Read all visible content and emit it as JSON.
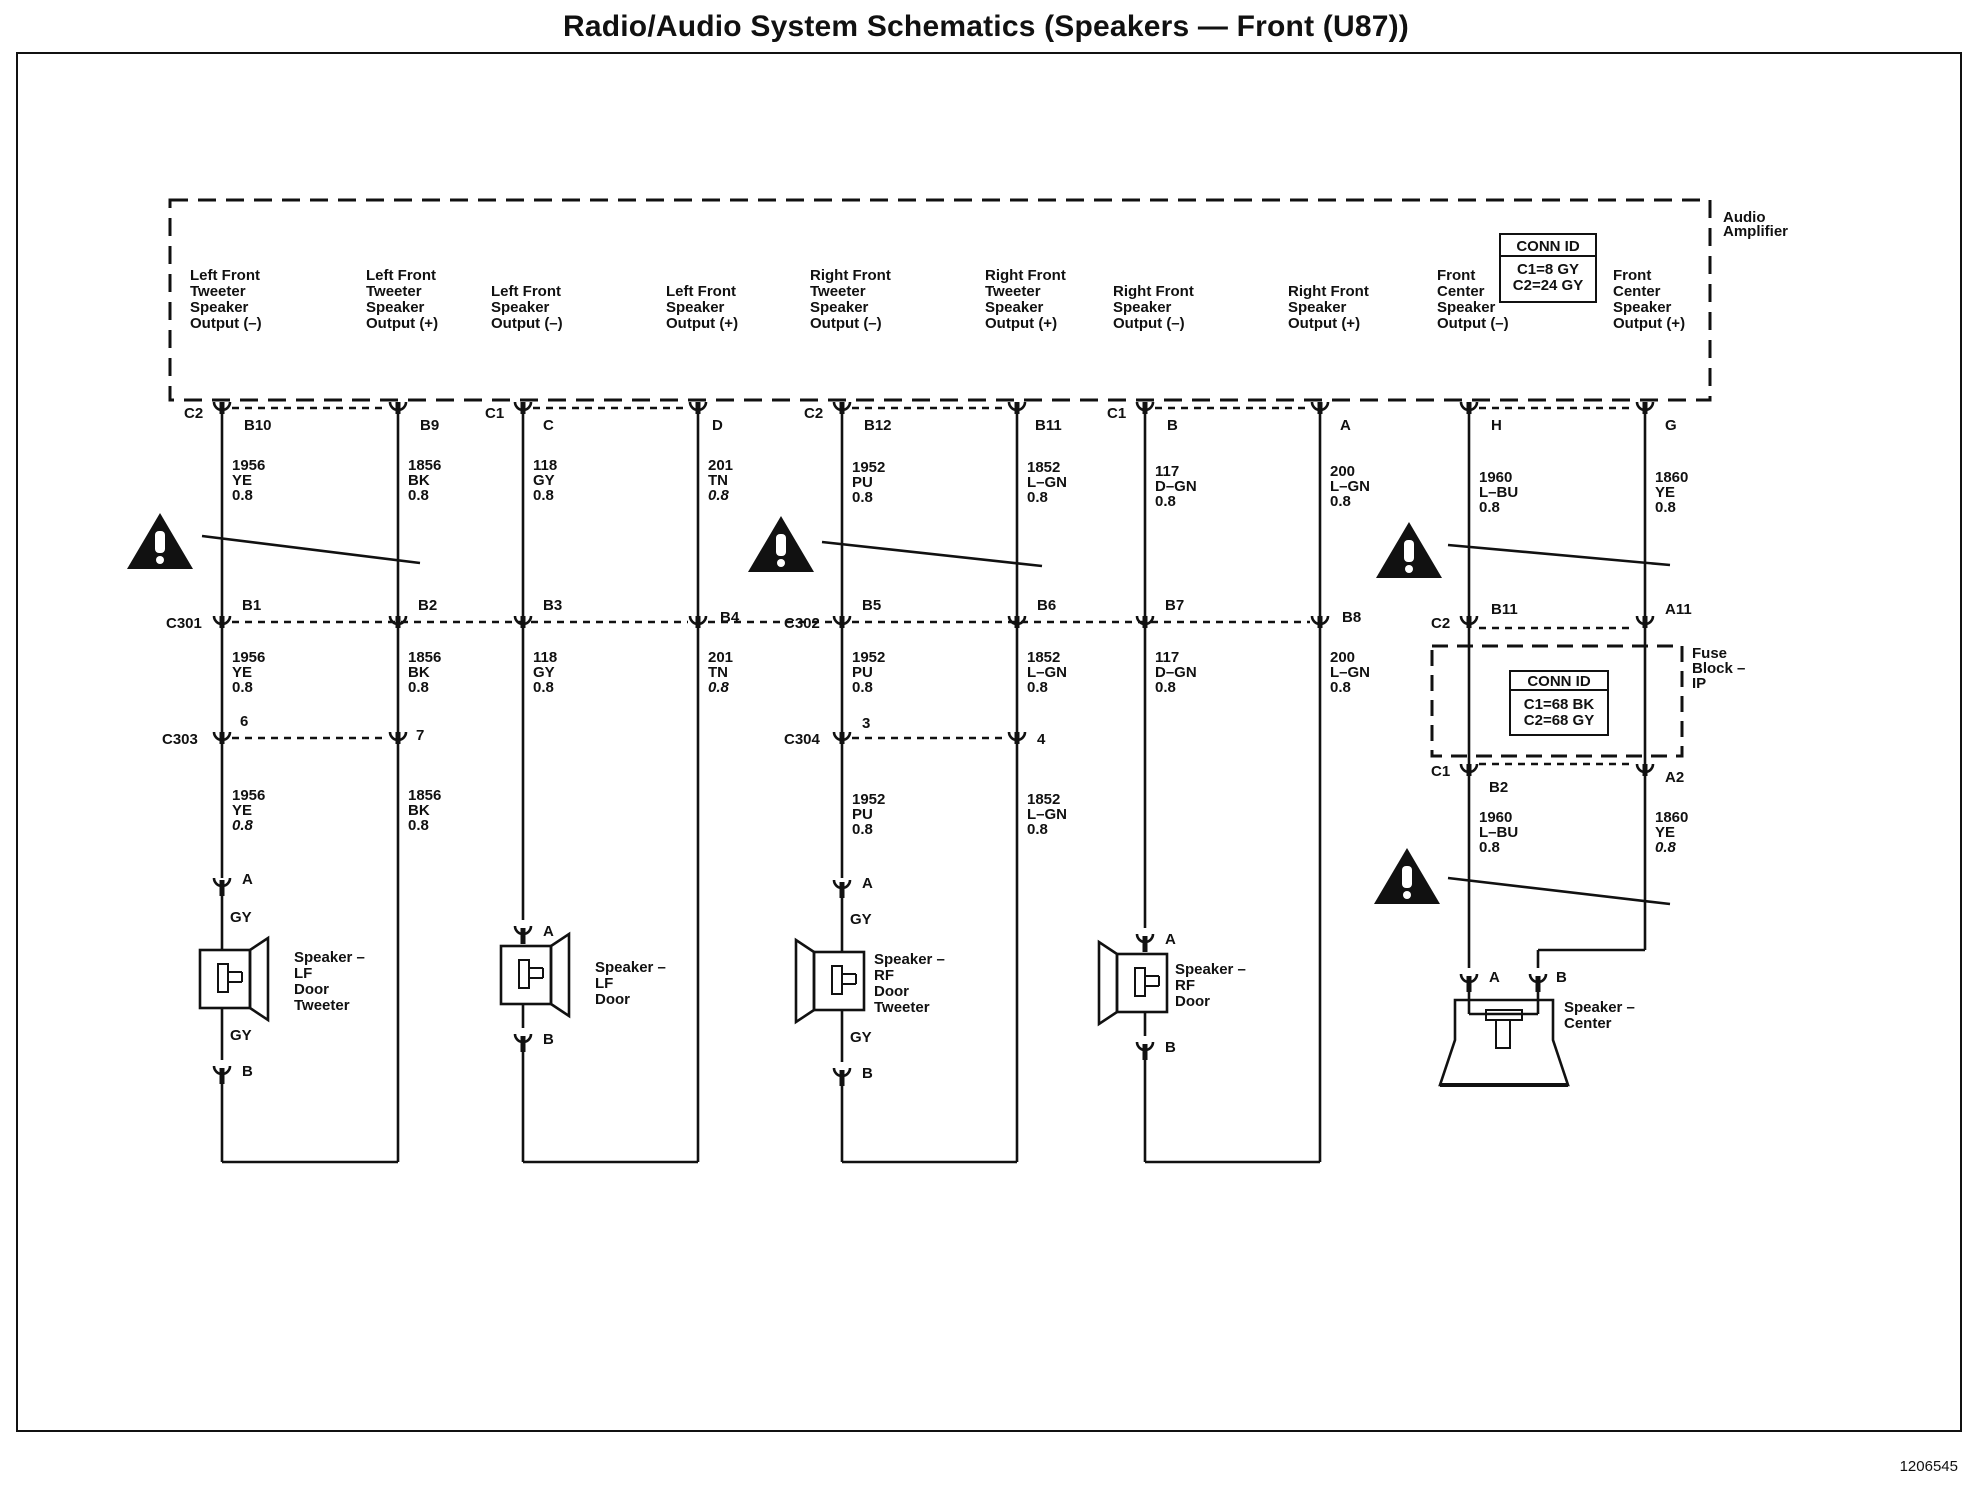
{
  "title": "Radio/Audio System Schematics (Speakers — Front (U87))",
  "figure_number": "1206545",
  "amplifier": {
    "name": [
      "Audio",
      "Amplifier"
    ],
    "conn_id": {
      "header": "CONN ID",
      "lines": [
        "C1=8 GY",
        "C2=24 GY"
      ]
    },
    "outputs": [
      [
        "Left Front",
        "Tweeter",
        "Speaker",
        "Output (–)"
      ],
      [
        "Left Front",
        "Tweeter",
        "Speaker",
        "Output (+)"
      ],
      [
        "Left Front",
        "Speaker",
        "Output (–)"
      ],
      [
        "Left Front",
        "Speaker",
        "Output (+)"
      ],
      [
        "Right Front",
        "Tweeter",
        "Speaker",
        "Output (–)"
      ],
      [
        "Right Front",
        "Tweeter",
        "Speaker",
        "Output (+)"
      ],
      [
        "Right Front",
        "Speaker",
        "Output (–)"
      ],
      [
        "Right Front",
        "Speaker",
        "Output (+)"
      ],
      [
        "Front",
        "Center",
        "Speaker",
        "Output (–)"
      ],
      [
        "Front",
        "Center",
        "Speaker",
        "Output (+)"
      ]
    ]
  },
  "amp_connectors": [
    "C2",
    "C1",
    "C2",
    "C1"
  ],
  "amp_pins": [
    "B10",
    "B9",
    "C",
    "D",
    "B12",
    "B11",
    "B",
    "A",
    "H",
    "G"
  ],
  "wires_top": [
    [
      "1956",
      "YE",
      "0.8"
    ],
    [
      "1856",
      "BK",
      "0.8"
    ],
    [
      "118",
      "GY",
      "0.8"
    ],
    [
      "201",
      "TN",
      "0.8"
    ],
    [
      "1952",
      "PU",
      "0.8"
    ],
    [
      "1852",
      "L–GN",
      "0.8"
    ],
    [
      "117",
      "D–GN",
      "0.8"
    ],
    [
      "200",
      "L–GN",
      "0.8"
    ],
    [
      "1960",
      "L–BU",
      "0.8"
    ],
    [
      "1860",
      "YE",
      "0.8"
    ]
  ],
  "c301": {
    "label": "C301",
    "pins": [
      "B1",
      "B2",
      "B3",
      "B4"
    ]
  },
  "c302": {
    "label": "C302",
    "pins": [
      "B5",
      "B6",
      "B7",
      "B8"
    ]
  },
  "fuse_top": {
    "label": "C2",
    "pins": [
      "B11",
      "A11"
    ]
  },
  "wires_mid": [
    [
      "1956",
      "YE",
      "0.8"
    ],
    [
      "1856",
      "BK",
      "0.8"
    ],
    [
      "118",
      "GY",
      "0.8"
    ],
    [
      "201",
      "TN",
      "0.8"
    ],
    [
      "1952",
      "PU",
      "0.8"
    ],
    [
      "1852",
      "L–GN",
      "0.8"
    ],
    [
      "117",
      "D–GN",
      "0.8"
    ],
    [
      "200",
      "L–GN",
      "0.8"
    ]
  ],
  "fuse_block": {
    "name": [
      "Fuse",
      "Block –",
      "IP"
    ],
    "conn_id": {
      "header": "CONN ID",
      "lines": [
        "C1=68 BK",
        "C2=68 GY"
      ]
    }
  },
  "c303": {
    "label": "C303",
    "pins": [
      "6",
      "7"
    ]
  },
  "c304": {
    "label": "C304",
    "pins": [
      "3",
      "4"
    ]
  },
  "fuse_bottom": {
    "label": "C1",
    "pins": [
      "B2",
      "A2"
    ]
  },
  "wires_low": [
    [
      "1956",
      "YE",
      "0.8"
    ],
    [
      "1856",
      "BK",
      "0.8"
    ],
    [
      "1952",
      "PU",
      "0.8"
    ],
    [
      "1852",
      "L–GN",
      "0.8"
    ],
    [
      "1960",
      "L–BU",
      "0.8"
    ],
    [
      "1860",
      "YE",
      "0.8"
    ]
  ],
  "speakers": {
    "lf_tweeter": {
      "name": [
        "Speaker –",
        "LF",
        "Door",
        "Tweeter"
      ],
      "pin_a": "A",
      "pin_b": "B",
      "color_a": "GY",
      "color_b": "GY"
    },
    "lf_door": {
      "name": [
        "Speaker –",
        "LF",
        "Door"
      ],
      "pin_a": "A",
      "pin_b": "B"
    },
    "rf_tweeter": {
      "name": [
        "Speaker –",
        "RF",
        "Door",
        "Tweeter"
      ],
      "pin_a": "A",
      "pin_b": "B",
      "color_a": "GY",
      "color_b": "GY"
    },
    "rf_door": {
      "name": [
        "Speaker –",
        "RF",
        "Door"
      ],
      "pin_a": "A",
      "pin_b": "B"
    },
    "center": {
      "name": [
        "Speaker –",
        "Center"
      ],
      "pin_a": "A",
      "pin_b": "B"
    }
  }
}
